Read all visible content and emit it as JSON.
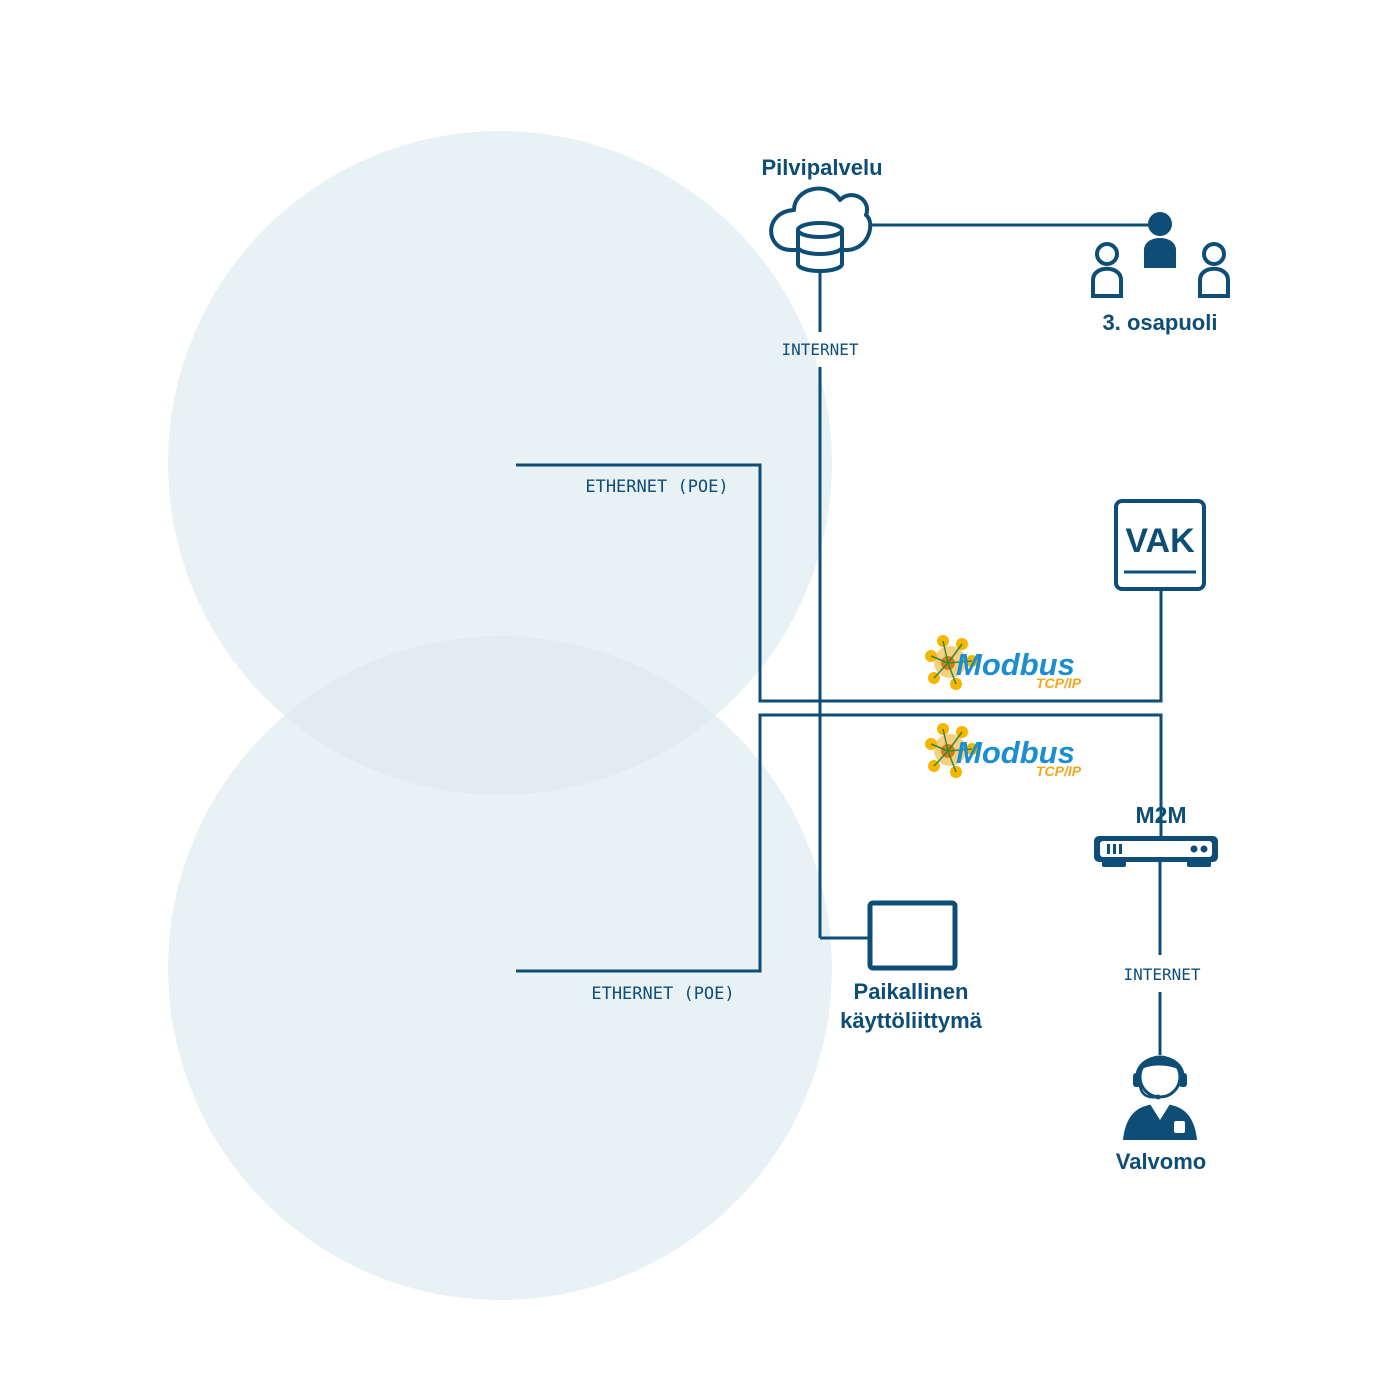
{
  "nodes": {
    "cloud": "Pilvipalvelu",
    "third_party": "3. osapuoli",
    "vak": "VAK",
    "m2m": "M2M",
    "local_ui_line1": "Paikallinen",
    "local_ui_line2": "käyttöliittymä",
    "control_room": "Valvomo"
  },
  "connections": {
    "internet_top": "INTERNET",
    "internet_bottom": "INTERNET",
    "ethernet_top": "ETHERNET (POE)",
    "ethernet_bottom": "ETHERNET (POE)"
  },
  "protocols": {
    "upper": {
      "name": "Modbus",
      "sub": "TCP/IP"
    },
    "lower": {
      "name": "Modbus",
      "sub": "TCP/IP"
    }
  },
  "icons": [
    "cloud-database-icon",
    "users-icon",
    "vak-device-icon",
    "m2m-router-icon",
    "screen-icon",
    "operator-headset-icon",
    "modbus-logo"
  ],
  "colors": {
    "primary": "#0e4d76",
    "circle_fill": "#dbe9ee",
    "modbus_blue": "#1a8ed0",
    "modbus_orange": "#f0a818"
  }
}
